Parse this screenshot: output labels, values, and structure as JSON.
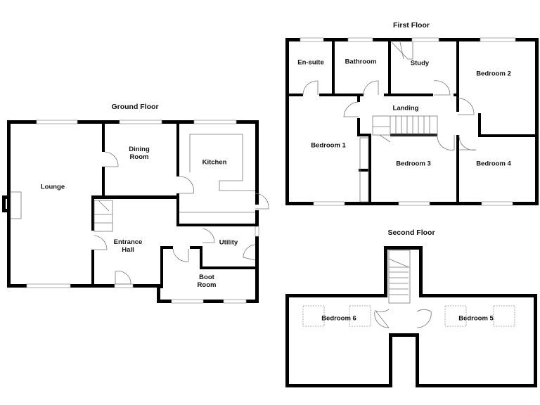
{
  "floors": {
    "ground": {
      "title": "Ground Floor",
      "rooms": {
        "lounge": "Lounge",
        "dining": "Dining\nRoom",
        "kitchen": "Kitchen",
        "entrance": "Entrance\nHall",
        "utility": "Utility",
        "boot": "Boot\nRoom"
      }
    },
    "first": {
      "title": "First Floor",
      "rooms": {
        "ensuite": "En-suite",
        "bathroom": "Bathroom",
        "study": "Study",
        "bedroom2": "Bedroom 2",
        "landing": "Landing",
        "bedroom1": "Bedroom 1",
        "bedroom3": "Bedroom 3",
        "bedroom4": "Bedroom 4"
      }
    },
    "second": {
      "title": "Second Floor",
      "rooms": {
        "bedroom6": "Bedroom 6",
        "bedroom5": "Bedroom 5"
      }
    }
  }
}
